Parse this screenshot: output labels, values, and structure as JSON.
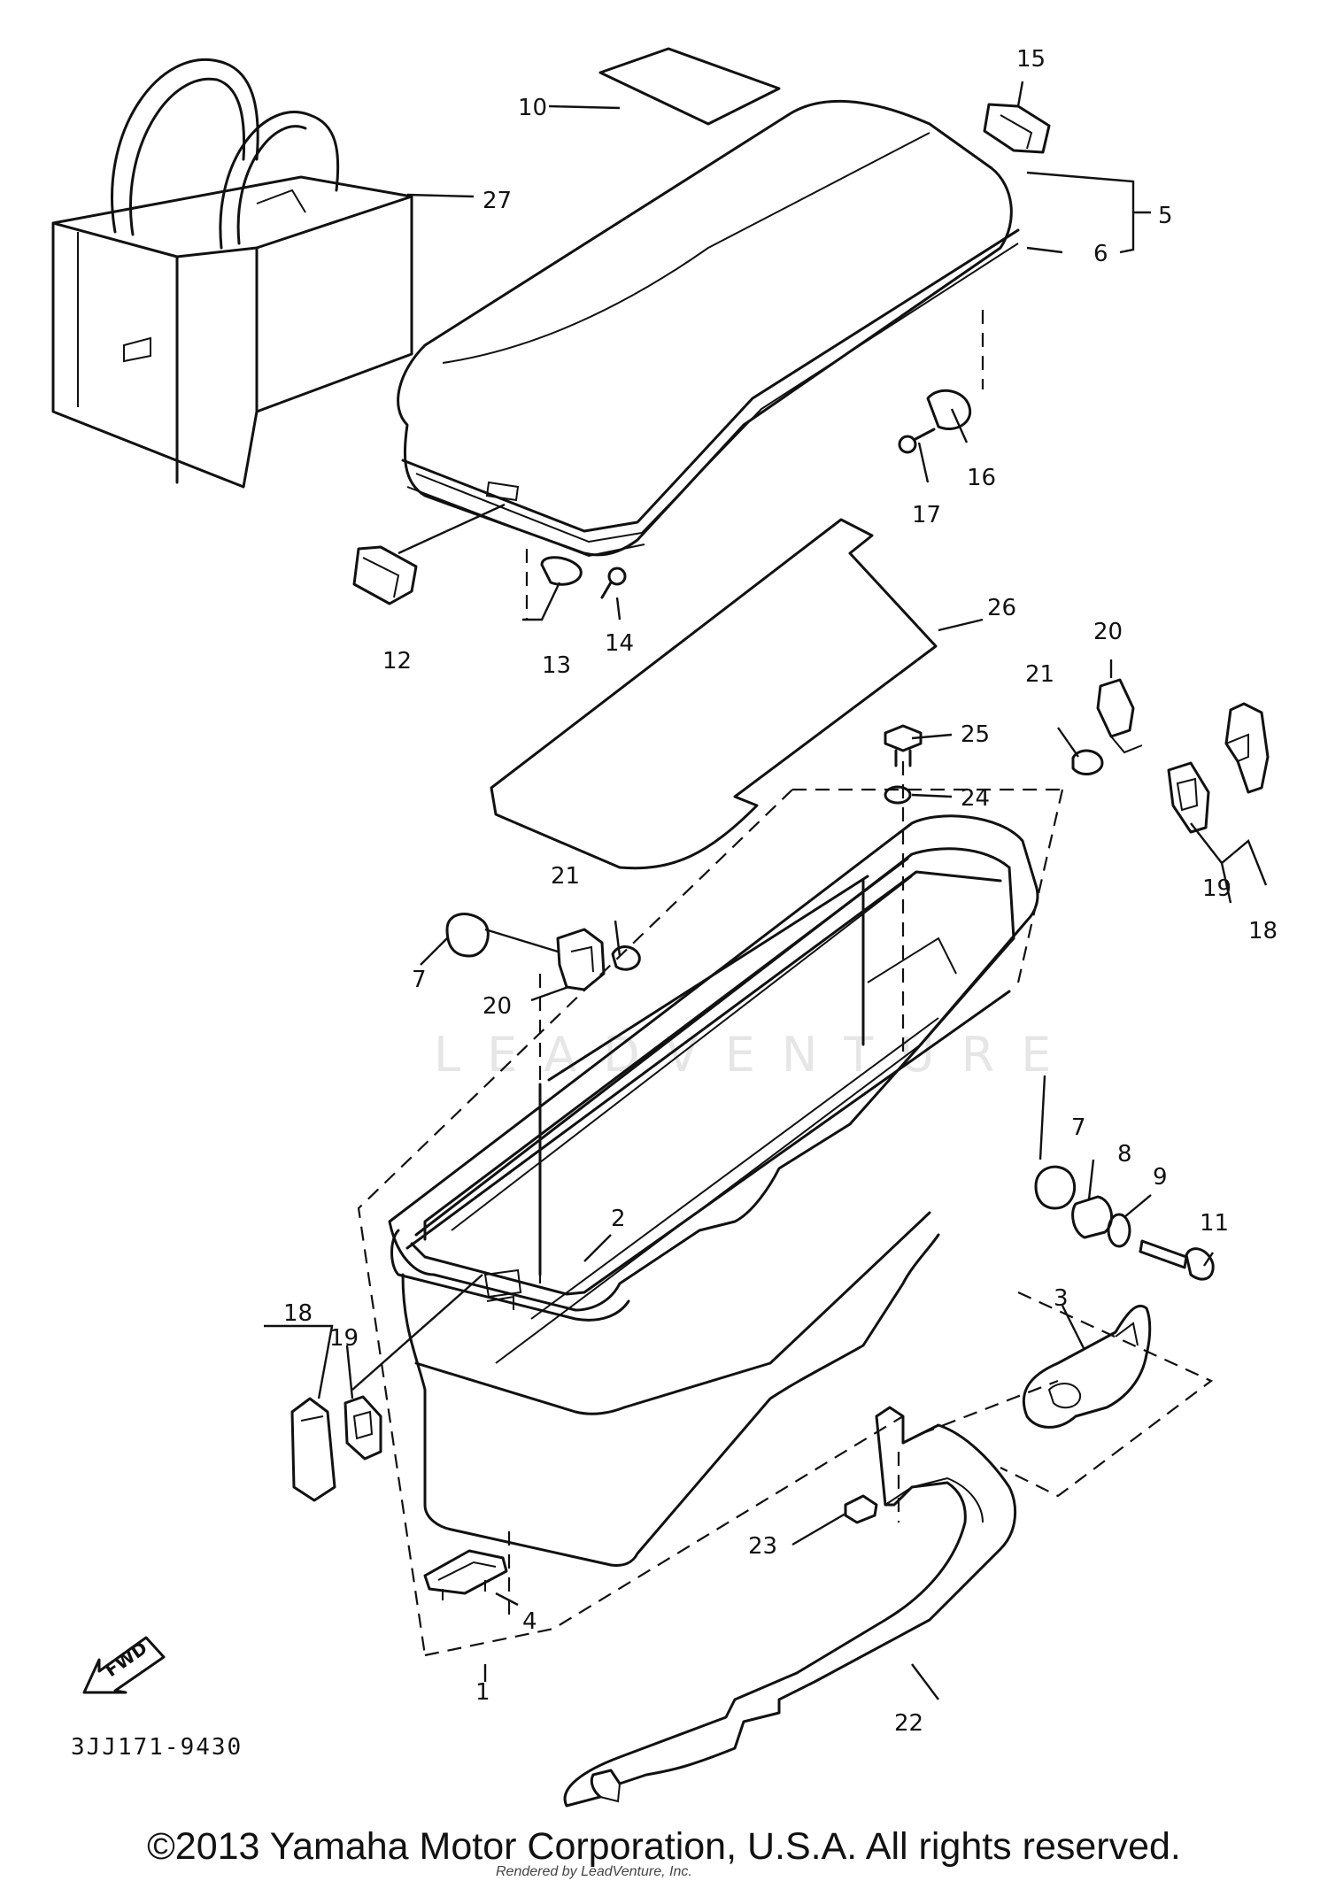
{
  "diagram": {
    "callouts": {
      "c1": "1",
      "c2": "2",
      "c3": "3",
      "c4": "4",
      "c5": "5",
      "c6": "6",
      "c7a": "7",
      "c7b": "7",
      "c8": "8",
      "c9": "9",
      "c10": "10",
      "c11": "11",
      "c12": "12",
      "c13": "13",
      "c14": "14",
      "c15": "15",
      "c16": "16",
      "c17": "17",
      "c18a": "18",
      "c18b": "18",
      "c19a": "19",
      "c19b": "19",
      "c20a": "20",
      "c20b": "20",
      "c21a": "21",
      "c21b": "21",
      "c22": "22",
      "c23": "23",
      "c24": "24",
      "c25": "25",
      "c26": "26",
      "c27": "27"
    },
    "part_code": "3JJ171-9430",
    "fwd_label": "FWD",
    "watermark": "LEADVENTURE"
  },
  "footer": {
    "copyright": "©2013 Yamaha Motor Corporation, U.S.A. All rights reserved.",
    "credit": "Rendered by LeadVenture, Inc."
  }
}
